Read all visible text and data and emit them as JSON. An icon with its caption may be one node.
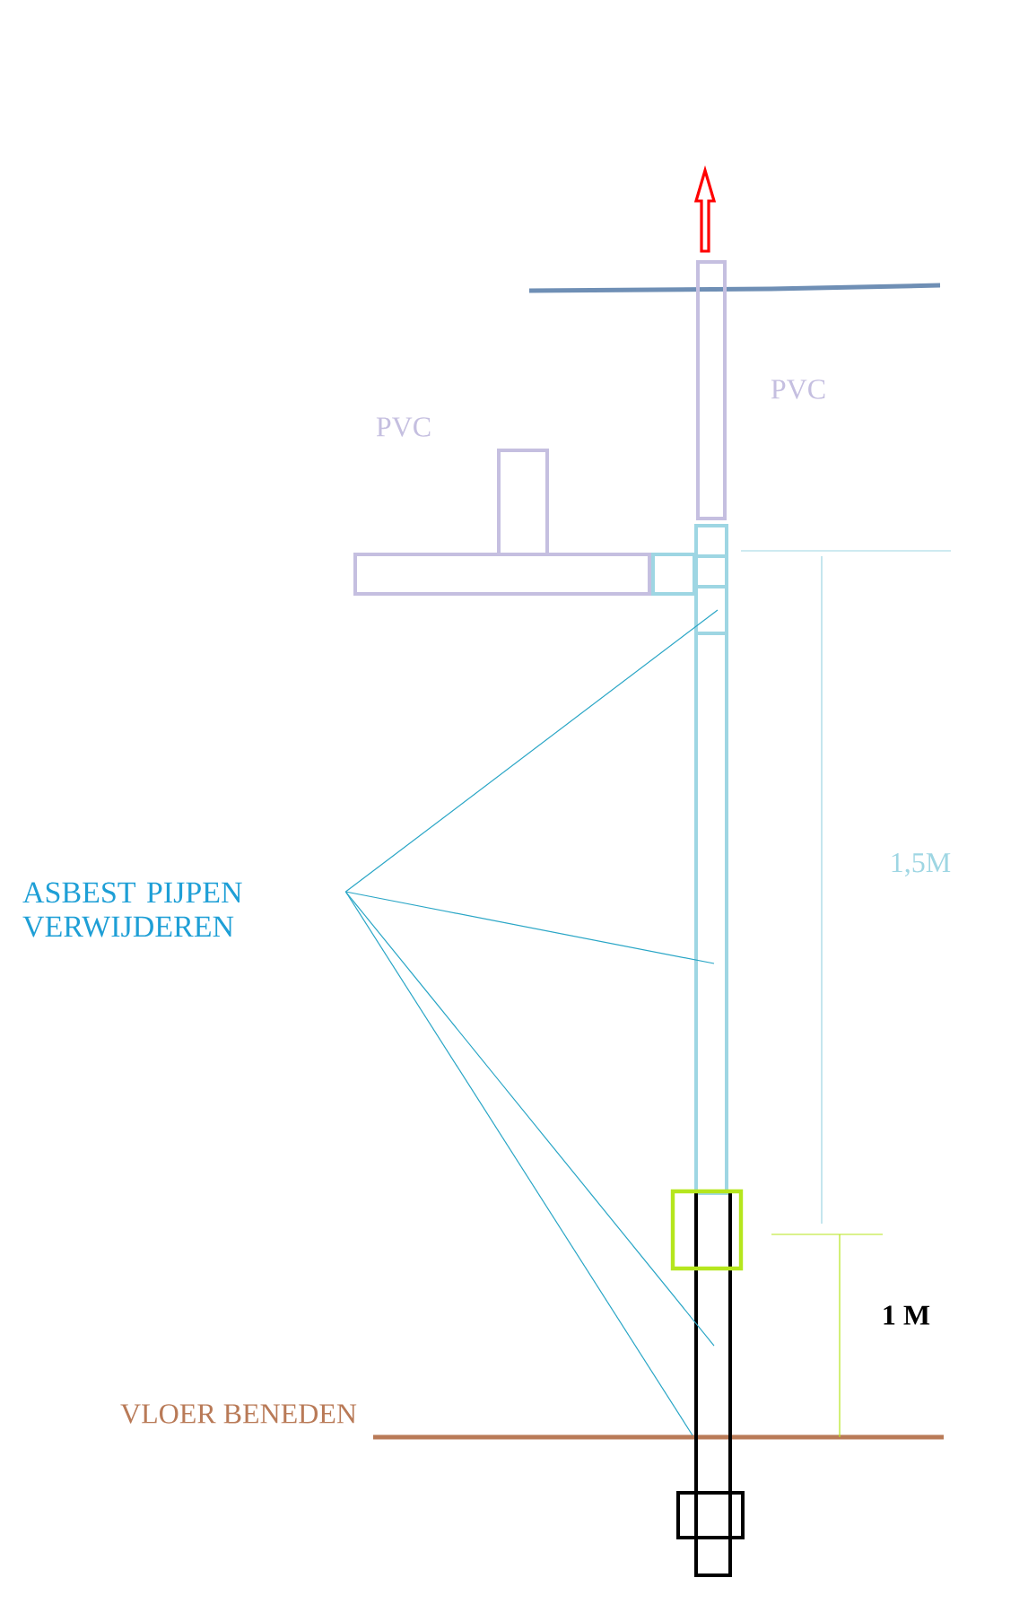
{
  "diagram": {
    "nodes": [
      {
        "text": [
          "ASBEST PIJPEN VERWIJDEREN"
        ]
      },
      {
        "text": [],
        "shape": "bar"
      },
      {
        "text": [],
        "shape": "bar"
      }
    ],
    "edges": [
      {
        "from": 0,
        "to": 1,
        "arrow": "none"
      },
      {
        "from": 0,
        "to": 1,
        "arrow": "none"
      },
      {
        "from": 0,
        "to": 2,
        "arrow": "none"
      },
      {
        "from": 0,
        "to": 2,
        "arrow": "none"
      }
    ],
    "labels": [
      "PVC",
      "PVC",
      "1,5M",
      "1 M",
      "VLOER BENEDEN"
    ]
  }
}
